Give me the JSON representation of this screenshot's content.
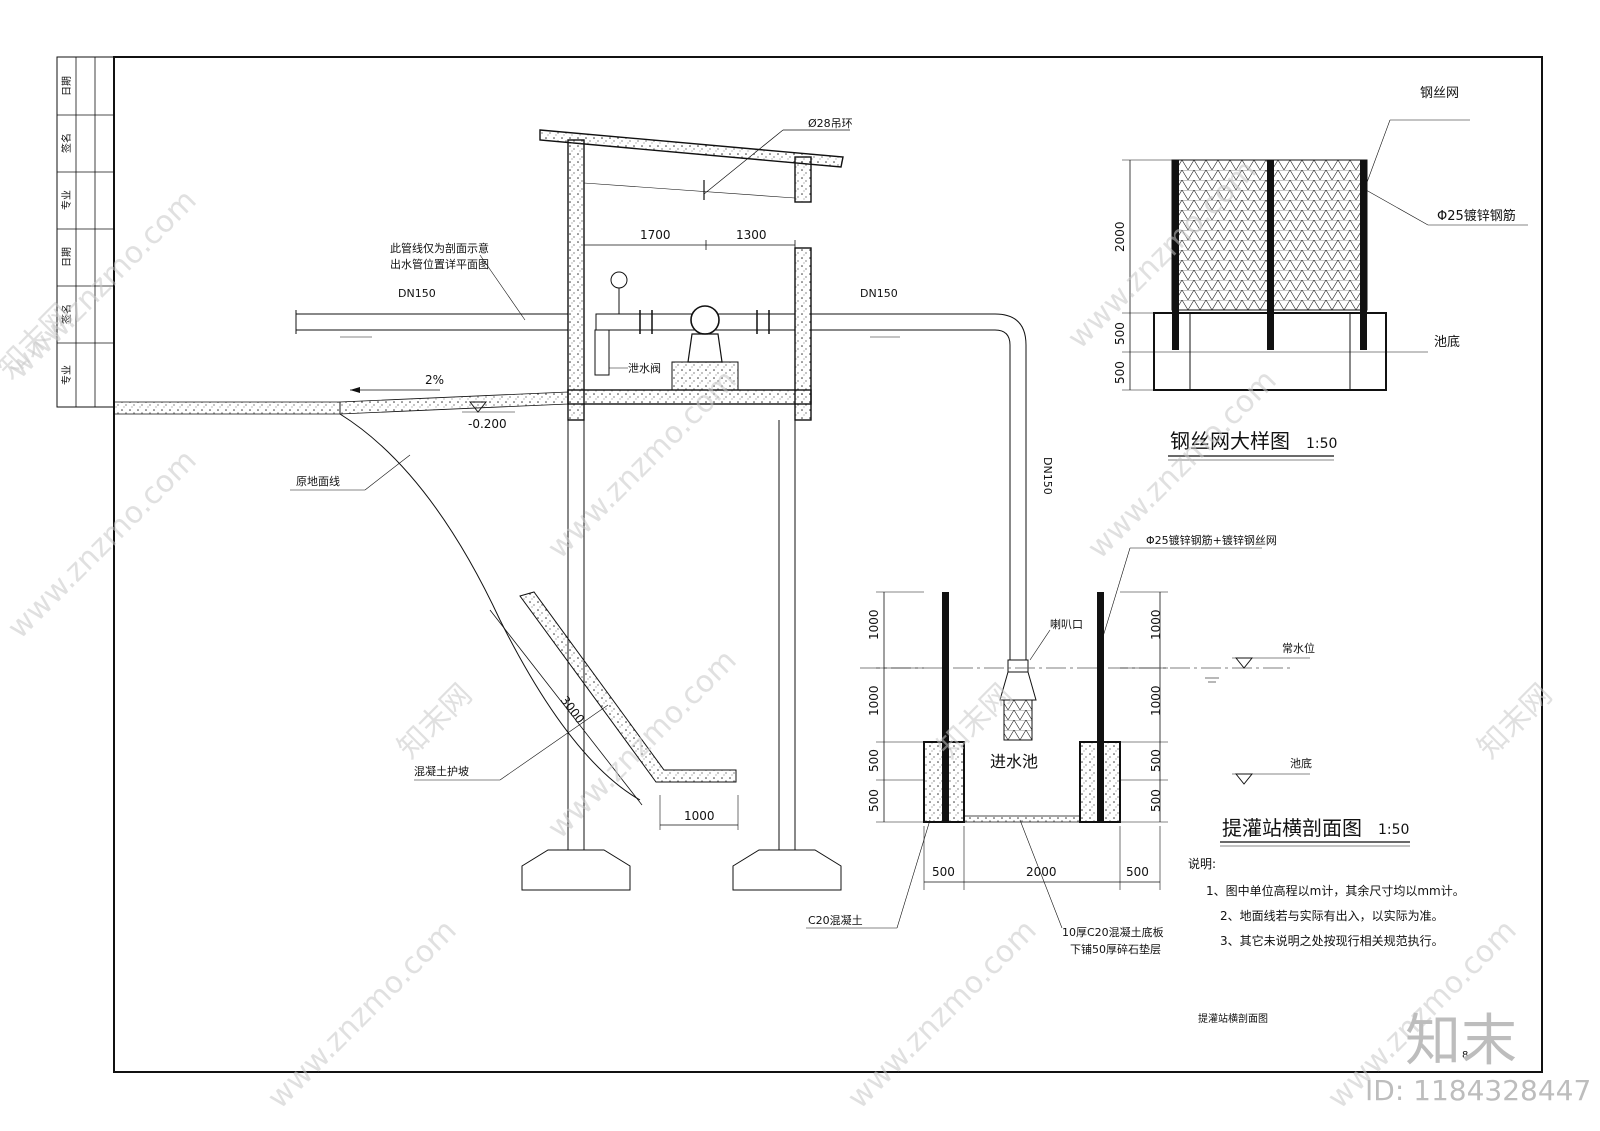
{
  "title_block": {
    "cells": [
      "日期",
      "签名",
      "专业",
      "日期",
      "签名",
      "专业"
    ]
  },
  "labels": {
    "lifting_ring": "Ø28吊环",
    "dim_1700": "1700",
    "dim_1300": "1300",
    "pipe_note_1": "此管线仅为剖面示意",
    "pipe_note_2": "出水管位置详平面图",
    "dn150_left": "DN150",
    "dn150_right": "DN150",
    "dn150_vertical": "DN150",
    "drain_valve": "泄水阀",
    "slope": "2%",
    "elevation": "-0.200",
    "original_ground": "原地面线",
    "dim_3000": "3000",
    "concrete_slope": "混凝土护坡",
    "dim_1000_bottom": "1000",
    "bar_mesh": "Φ25镀锌钢筋+镀锌钢丝网",
    "bell_mouth": "喇叭口",
    "normal_water": "常水位",
    "pool_bottom": "池底",
    "inlet_pool": "进水池",
    "dim_left_1000a": "1000",
    "dim_left_1000b": "1000",
    "dim_left_500a": "500",
    "dim_left_500b": "500",
    "dim_right_1000a": "1000",
    "dim_right_1000b": "1000",
    "dim_right_500a": "500",
    "dim_right_500b": "500",
    "dim_b_500l": "500",
    "dim_b_2000": "2000",
    "dim_b_500r": "500",
    "c20": "C20混凝土",
    "base_note_1": "10厚C20混凝土底板",
    "base_note_2": "下铺50厚碎石垫层",
    "main_title": "提灌站横剖面图",
    "main_scale": "1:50",
    "small_title": "提灌站横剖面图",
    "page_no": "8",
    "notes_title": "说明:",
    "note_1": "1、图中单位高程以m计，其余尺寸均以mm计。",
    "note_2": "2、地面线若与实际有出入，以实际为准。",
    "note_3": "3、其它未说明之处按现行相关规范执行。"
  },
  "detail": {
    "wire_mesh": "钢丝网",
    "rebar": "Φ25镀锌钢筋",
    "pool_bottom": "池底",
    "dim_2000": "2000",
    "dim_500a": "500",
    "dim_500b": "500",
    "title": "钢丝网大样图",
    "scale": "1:50"
  },
  "watermark": {
    "site": "www.znzmo.com",
    "brand": "知末网",
    "logo": "知末",
    "id": "ID: 1184328447"
  }
}
